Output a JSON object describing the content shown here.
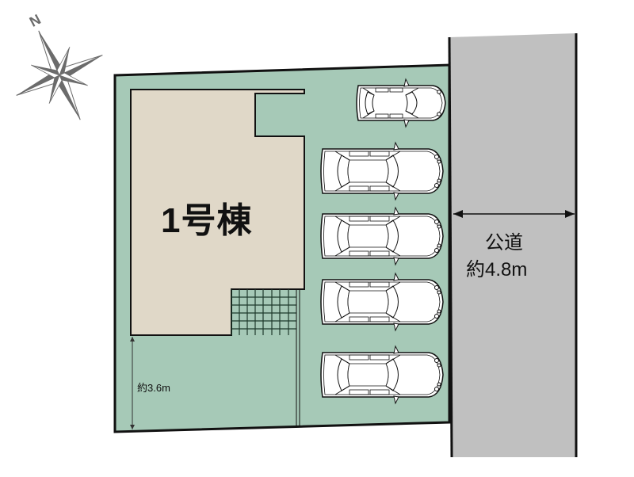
{
  "compass": {
    "label": "N",
    "icon": "compass-rose-icon",
    "color": "#6b6b6b"
  },
  "lot": {
    "fill": "#a6c9b7",
    "stroke": "#111111"
  },
  "building": {
    "label": "1号棟",
    "fill": "#e0d8c8"
  },
  "road": {
    "name": "公道",
    "width_label": "約4.8m",
    "fill": "#c0c0c0"
  },
  "setback": {
    "label": "約3.6m"
  },
  "parking": {
    "count": 5,
    "cars": [
      {
        "size": "compact"
      },
      {
        "size": "standard"
      },
      {
        "size": "standard"
      },
      {
        "size": "standard"
      },
      {
        "size": "standard"
      }
    ]
  }
}
